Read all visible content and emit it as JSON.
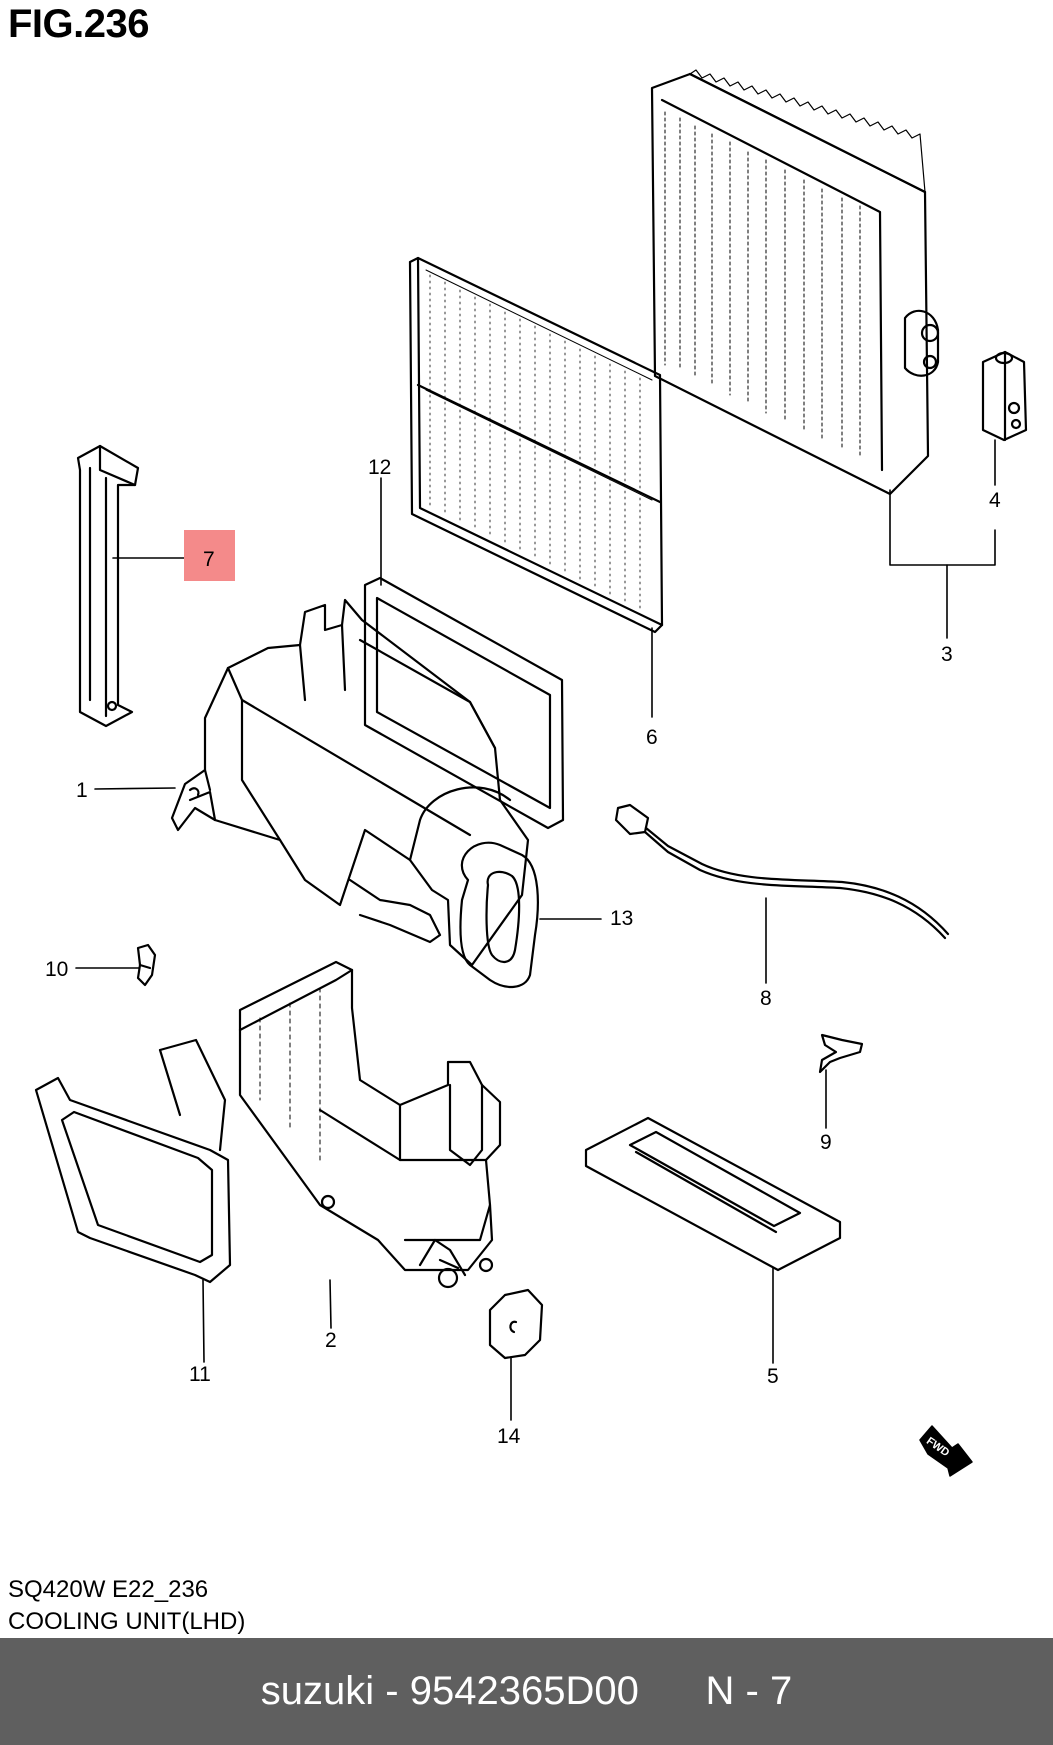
{
  "figure": {
    "title": "FIG.236",
    "model_code": "SQ420W E22_236",
    "section_name": "COOLING UNIT(LHD)"
  },
  "callouts": [
    "1",
    "2",
    "3",
    "4",
    "5",
    "6",
    "7",
    "8",
    "9",
    "10",
    "11",
    "12",
    "13",
    "14"
  ],
  "highlight": {
    "part": "7",
    "color": "#f48a8a"
  },
  "fwd_label": "FWD",
  "footer": {
    "brand": "suzuki",
    "part_number": "9542365D00",
    "position_label": "N - 7",
    "bar_color": "#5f5f5f"
  }
}
